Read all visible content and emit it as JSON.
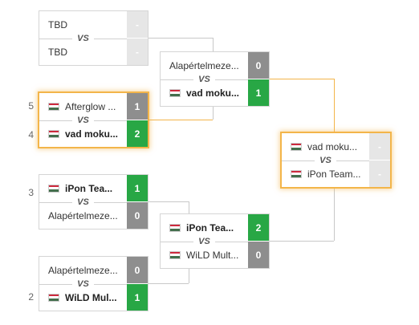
{
  "vs_label": "VS",
  "seeds": {
    "m2_top": "5",
    "m2_bot": "4",
    "m3_top": "3",
    "m6_bot": "2"
  },
  "colors": {
    "win": "#28a745",
    "lose": "#8e8e8e",
    "pending": "#e6e6e6",
    "highlight": "#f3b54a"
  },
  "flag": "hungary-flag-icon",
  "matches": {
    "m1": {
      "top": {
        "name": "TBD",
        "score": "-"
      },
      "bot": {
        "name": "TBD",
        "score": "-"
      }
    },
    "m2": {
      "top": {
        "name": "Afterglow ...",
        "score": "1"
      },
      "bot": {
        "name": "vad moku...",
        "score": "2"
      }
    },
    "m3": {
      "top": {
        "name": "iPon Tea...",
        "score": "1"
      },
      "bot": {
        "name": "Alapértelmeze...",
        "score": "0"
      }
    },
    "m4": {
      "top": {
        "name": "Alapértelmeze...",
        "score": "0"
      },
      "bot": {
        "name": "vad moku...",
        "score": "1"
      }
    },
    "m5": {
      "top": {
        "name": "iPon Tea...",
        "score": "2"
      },
      "bot": {
        "name": "WiLD Mult...",
        "score": "0"
      }
    },
    "m6": {
      "top": {
        "name": "Alapértelmeze...",
        "score": "0"
      },
      "bot": {
        "name": "WiLD Mul...",
        "score": "1"
      }
    },
    "m7": {
      "top": {
        "name": "vad moku...",
        "score": "-"
      },
      "bot": {
        "name": "iPon Team...",
        "score": "-"
      }
    }
  }
}
